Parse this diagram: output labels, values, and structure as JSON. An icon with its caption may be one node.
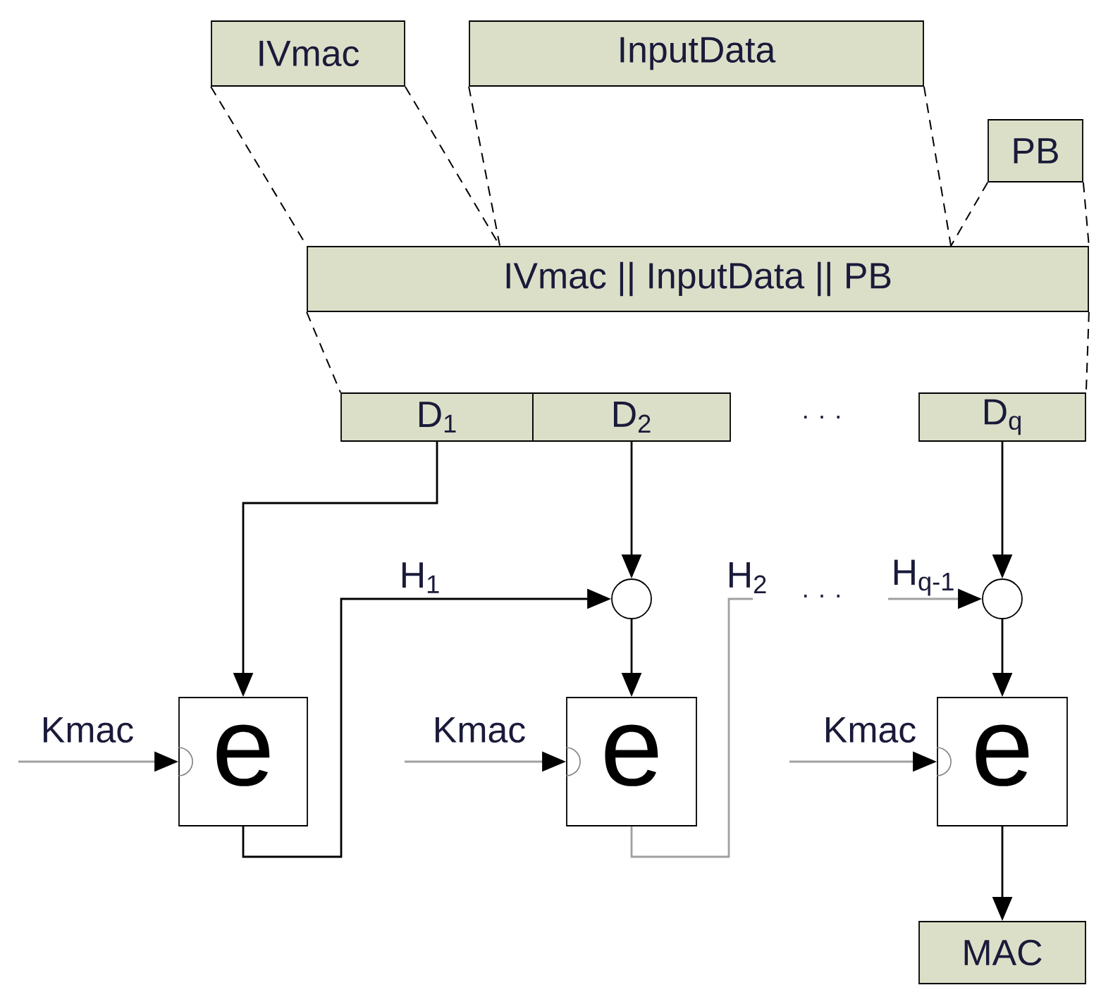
{
  "diagram": {
    "nodes": [
      {
        "text": [
          "IVmac"
        ]
      },
      {
        "text": [
          "InputData"
        ]
      },
      {
        "text": [
          "PB"
        ]
      },
      {
        "text": [
          "IVmac  ||  InputData  ||  PB"
        ]
      },
      {
        "text": [
          "D$_{1}$"
        ]
      },
      {
        "text": [
          "D$_{2}$"
        ]
      },
      {
        "text": [
          "D$_{q}$"
        ]
      },
      {
        "text": [
          "e"
        ]
      },
      {
        "text": [],
        "shape": "circle"
      },
      {
        "text": [
          "e"
        ]
      },
      {
        "text": [],
        "shape": "circle"
      },
      {
        "text": [
          "e"
        ]
      },
      {
        "text": [
          "MAC"
        ]
      }
    ],
    "edges": [
      {
        "from": 0,
        "to": 3,
        "arrow": "none",
        "style": "dashed"
      },
      {
        "from": 0,
        "to": 3,
        "arrow": "none",
        "style": "dashed"
      },
      {
        "from": 1,
        "to": 3,
        "arrow": "none",
        "style": "dashed"
      },
      {
        "from": 1,
        "to": 3,
        "arrow": "none",
        "style": "dashed"
      },
      {
        "from": 2,
        "to": 3,
        "arrow": "none",
        "style": "dashed"
      },
      {
        "from": 2,
        "to": 3,
        "arrow": "none",
        "style": "dashed"
      },
      {
        "from": 3,
        "to": 4,
        "arrow": "none",
        "style": "dashed"
      },
      {
        "from": 3,
        "to": 6,
        "arrow": "none",
        "style": "dashed"
      },
      {
        "from": 4,
        "to": 7,
        "arrow": "to"
      },
      {
        "from": 5,
        "to": 8,
        "arrow": "to"
      },
      {
        "from": 8,
        "to": 9,
        "arrow": "to"
      },
      {
        "from": 6,
        "to": 10,
        "arrow": "to"
      },
      {
        "from": 10,
        "to": 11,
        "arrow": "to"
      },
      {
        "from": 11,
        "to": 12,
        "arrow": "to"
      },
      {
        "from": 7,
        "to": 8,
        "arrow": "to",
        "label": "H$_{1}$"
      },
      {
        "from": 9,
        "to": null,
        "arrow": "none",
        "label": "H$_{2}$",
        "color": "#a0a0a0"
      },
      {
        "from": null,
        "to": 10,
        "arrow": "to",
        "label": "H$_{q-1}$",
        "color": "#a0a0a0"
      },
      {
        "from": null,
        "to": 7,
        "arrow": "to",
        "label": "Kmac",
        "color": "#a0a0a0"
      },
      {
        "from": null,
        "to": 9,
        "arrow": "to",
        "label": "Kmac",
        "color": "#a0a0a0"
      },
      {
        "from": null,
        "to": 11,
        "arrow": "to",
        "label": "Kmac",
        "color": "#a0a0a0"
      }
    ],
    "labels": [
      ". . .",
      ". . ."
    ]
  }
}
